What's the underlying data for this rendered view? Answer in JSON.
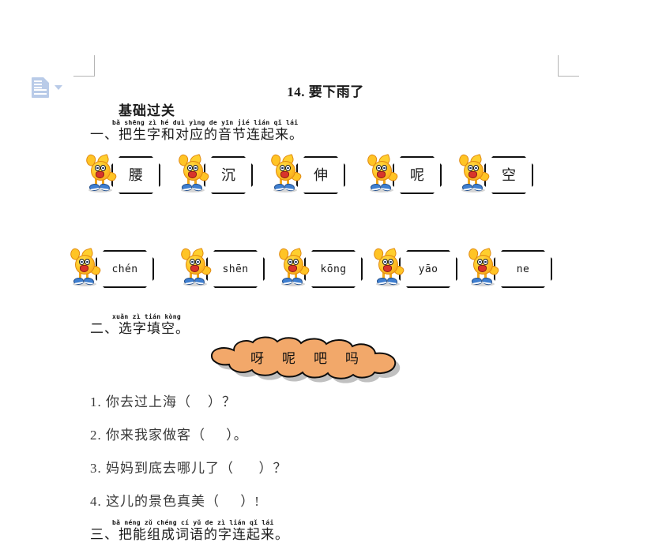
{
  "document": {
    "title": "14. 要下雨了",
    "subheading": "基础过关",
    "thumbnail_icon": "document-icon",
    "thumbnail_caret_icon": "chevron-down-icon"
  },
  "exercise1": {
    "pinyin": "bǎ shēng zì hé duì yìng de yīn jié lián qǐ lái",
    "heading": "一、把生字和对应的音节连起来。",
    "characters": [
      {
        "text": "腰"
      },
      {
        "text": "沉"
      },
      {
        "text": "伸"
      },
      {
        "text": "呢"
      },
      {
        "text": "空"
      }
    ],
    "syllables": [
      {
        "text": "chén"
      },
      {
        "text": "shēn"
      },
      {
        "text": "kōng"
      },
      {
        "text": "yāo"
      },
      {
        "text": "ne"
      }
    ]
  },
  "exercise2": {
    "pinyin": "xuǎn zì tián kòng",
    "heading": "二、选字填空。",
    "word_bank": [
      "呀",
      "呢",
      "吧",
      "吗"
    ],
    "cloud_color": "#F2A86A",
    "cloud_shadow_color": "#8c8c8c",
    "sentences": [
      {
        "text": "1. 你去过上海（    ）？"
      },
      {
        "text": "2. 你来我家做客（     ）。"
      },
      {
        "text": "3. 妈妈到底去哪儿了（      ）？"
      },
      {
        "text": "4. 这儿的景色真美（     ）!"
      }
    ]
  },
  "exercise3": {
    "pinyin": "bǎ néng zǔ chéng cí yǔ de zì lián qǐ lái",
    "heading": "三、把能组成词语的字连起来。"
  }
}
